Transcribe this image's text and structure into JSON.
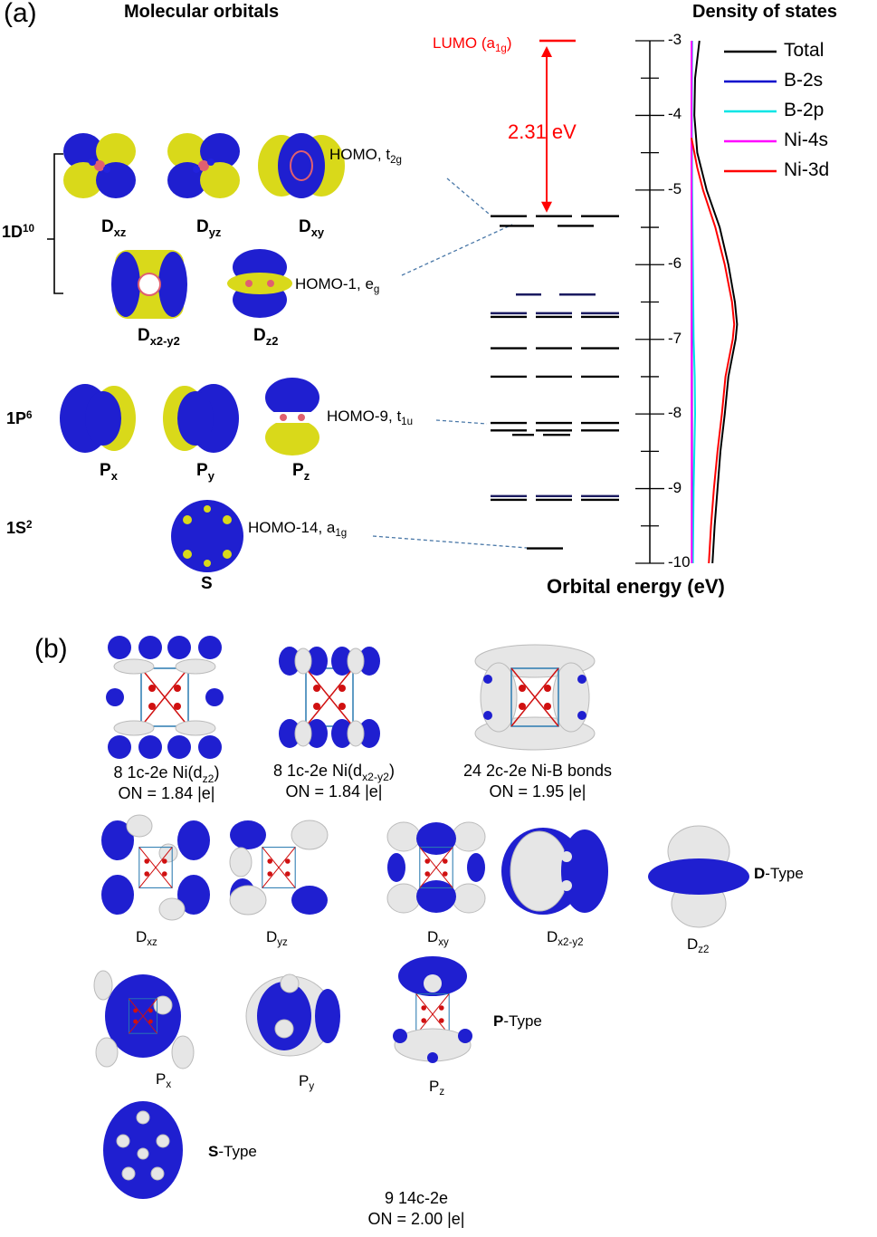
{
  "panel_a": {
    "label": "(a)",
    "left_header": "Molecular orbitals",
    "right_header": "Density of states",
    "group_1d": {
      "main": "1D",
      "sup": "10"
    },
    "group_1p": {
      "main": "1P",
      "sup": "6"
    },
    "group_1s": {
      "main": "1S",
      "sup": "2"
    },
    "orbitals": {
      "dxz": {
        "main": "D",
        "sub": "xz"
      },
      "dyz": {
        "main": "D",
        "sub": "yz"
      },
      "dxy": {
        "main": "D",
        "sub": "xy"
      },
      "dx2y2": {
        "main": "D",
        "sub": "x2-y2"
      },
      "dz2": {
        "main": "D",
        "sub": "z2"
      },
      "px": {
        "main": "P",
        "sub": "x"
      },
      "py": {
        "main": "P",
        "sub": "y"
      },
      "pz": {
        "main": "P",
        "sub": "z"
      },
      "s": {
        "main": "S"
      }
    },
    "homo_labels": {
      "homo": {
        "main": "HOMO, t",
        "sub": "2g"
      },
      "homo1": {
        "main": "HOMO-1, e",
        "sub": "g"
      },
      "homo9": {
        "main": "HOMO-9, t",
        "sub": "1u"
      },
      "homo14": {
        "main": "HOMO-14, a",
        "sub": "1g"
      }
    },
    "lumo_label": {
      "main": "LUMO (a",
      "sub": "1g",
      "end": ")"
    },
    "gap_label": "2.31 eV",
    "axis_label": "Orbital energy (eV)",
    "axis_ticks": [
      "-3",
      "-4",
      "-5",
      "-6",
      "-7",
      "-8",
      "-9",
      "-10"
    ],
    "colors": {
      "accent_red": "#ff0000",
      "lobe_blue": "#1f1fd0",
      "lobe_yellow": "#d9d91a",
      "lobe_white": "#e6e6e6",
      "dashed": "#4a78a8"
    }
  },
  "chart_data": {
    "type": "line",
    "title": "Density of states",
    "xlabel": "Orbital energy (eV)",
    "energy_levels_eV": [
      -3.0,
      -5.35,
      -5.35,
      -5.35,
      -5.48,
      -5.48,
      -6.4,
      -6.4,
      -6.65,
      -6.65,
      -6.65,
      -6.7,
      -6.7,
      -6.7,
      -7.12,
      -7.12,
      -7.12,
      -7.5,
      -7.5,
      -7.5,
      -8.12,
      -8.12,
      -8.12,
      -8.22,
      -8.22,
      -8.22,
      -8.28,
      -8.28,
      -9.1,
      -9.1,
      -9.1,
      -9.15,
      -9.15,
      -9.15,
      -9.8
    ],
    "energy_axis": {
      "min": -10,
      "max": -3
    },
    "legend_position": "top-right",
    "series": [
      {
        "name": "Total",
        "color": "#000000",
        "points": [
          [
            -3.0,
            0.22
          ],
          [
            -3.5,
            0.1
          ],
          [
            -4.0,
            0.08
          ],
          [
            -4.5,
            0.16
          ],
          [
            -5.0,
            0.42
          ],
          [
            -5.5,
            0.78
          ],
          [
            -6.0,
            1.02
          ],
          [
            -6.5,
            1.2
          ],
          [
            -6.8,
            1.26
          ],
          [
            -7.0,
            1.22
          ],
          [
            -7.5,
            1.02
          ],
          [
            -8.0,
            0.92
          ],
          [
            -8.5,
            0.8
          ],
          [
            -9.0,
            0.72
          ],
          [
            -9.5,
            0.64
          ],
          [
            -10.0,
            0.58
          ]
        ]
      },
      {
        "name": "B-2s",
        "color": "#0000cc",
        "points": [
          [
            -3.0,
            0.01
          ],
          [
            -4.0,
            0.005
          ],
          [
            -5.0,
            0.005
          ],
          [
            -6.0,
            0.008
          ],
          [
            -7.0,
            0.01
          ],
          [
            -8.0,
            0.012
          ],
          [
            -9.0,
            0.014
          ],
          [
            -10.0,
            0.015
          ]
        ]
      },
      {
        "name": "B-2p",
        "color": "#00e5e5",
        "points": [
          [
            -3.0,
            0.02
          ],
          [
            -4.0,
            0.01
          ],
          [
            -5.0,
            0.02
          ],
          [
            -6.0,
            0.04
          ],
          [
            -7.0,
            0.06
          ],
          [
            -7.5,
            0.09
          ],
          [
            -8.0,
            0.1
          ],
          [
            -9.0,
            0.06
          ],
          [
            -10.0,
            0.04
          ]
        ]
      },
      {
        "name": "Ni-4s",
        "color": "#ff00ff",
        "points": [
          [
            -3.0,
            0.005
          ],
          [
            -4.0,
            0.0
          ],
          [
            -5.0,
            0.002
          ],
          [
            -6.0,
            0.004
          ],
          [
            -7.0,
            0.005
          ],
          [
            -8.0,
            0.006
          ],
          [
            -9.0,
            0.007
          ],
          [
            -10.0,
            0.008
          ]
        ]
      },
      {
        "name": "Ni-3d",
        "color": "#ff0000",
        "points": [
          [
            -4.3,
            0.0
          ],
          [
            -4.7,
            0.16
          ],
          [
            -5.0,
            0.32
          ],
          [
            -5.5,
            0.66
          ],
          [
            -6.0,
            0.92
          ],
          [
            -6.5,
            1.12
          ],
          [
            -6.8,
            1.18
          ],
          [
            -7.0,
            1.14
          ],
          [
            -7.5,
            0.94
          ],
          [
            -8.0,
            0.84
          ],
          [
            -8.5,
            0.72
          ],
          [
            -9.0,
            0.62
          ],
          [
            -9.5,
            0.54
          ],
          [
            -10.0,
            0.48
          ]
        ]
      }
    ]
  },
  "panel_b": {
    "label": "(b)",
    "ni_dz2": {
      "line1_main": "8 1c-2e Ni(d",
      "line1_sub": "z2",
      "line1_end": ")",
      "line2": "ON = 1.84 |e|"
    },
    "ni_dx2y2": {
      "line1_main": "8 1c-2e Ni(d",
      "line1_sub": "x2-y2",
      "line1_end": ")",
      "line2": "ON = 1.84 |e|"
    },
    "nib_bonds": {
      "line1": "24 2c-2e Ni-B bonds",
      "line2": "ON = 1.95 |e|"
    },
    "d_labels": {
      "dxz": {
        "main": "D",
        "sub": "xz"
      },
      "dyz": {
        "main": "D",
        "sub": "yz"
      },
      "dxy": {
        "main": "D",
        "sub": "xy"
      },
      "dx2y2": {
        "main": "D",
        "sub": "x2-y2"
      },
      "dz2": {
        "main": "D",
        "sub": "z2"
      }
    },
    "p_labels": {
      "px": {
        "main": "P",
        "sub": "x"
      },
      "py": {
        "main": "P",
        "sub": "y"
      },
      "pz": {
        "main": "P",
        "sub": "z"
      }
    },
    "d_type": {
      "bold": "D",
      "rest": "-Type"
    },
    "p_type": {
      "bold": "P",
      "rest": "-Type"
    },
    "s_type": {
      "bold": "S",
      "rest": "-Type"
    },
    "summary": {
      "line1": "9 14c-2e",
      "line2": "ON = 2.00 |e|"
    }
  }
}
